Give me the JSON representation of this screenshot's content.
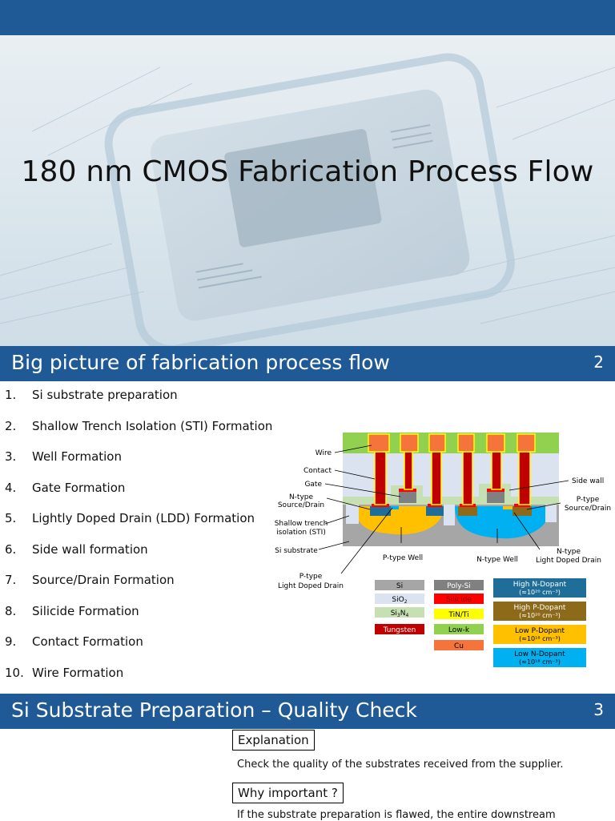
{
  "slide1": {
    "title": "180 nm CMOS Fabrication Process Flow"
  },
  "slide2": {
    "title": "Big picture of fabrication process flow",
    "page": "2",
    "steps": [
      {
        "num": "1.",
        "label": "Si substrate preparation"
      },
      {
        "num": "2.",
        "label": "Shallow Trench Isolation (STI) Formation"
      },
      {
        "num": "3.",
        "label": "Well Formation"
      },
      {
        "num": "4.",
        "label": "Gate Formation"
      },
      {
        "num": "5.",
        "label": "Lightly Doped Drain (LDD)  Formation"
      },
      {
        "num": "6.",
        "label": "Side wall formation"
      },
      {
        "num": "7.",
        "label": "Source/Drain Formation"
      },
      {
        "num": "8.",
        "label": "Silicide Formation"
      },
      {
        "num": "9.",
        "label": "Contact Formation"
      },
      {
        "num": "10.",
        "label": "Wire Formation"
      }
    ],
    "diagram": {
      "labels": {
        "wire": "Wire",
        "contact": "Contact",
        "gate": "Gate",
        "ntype_sd_1": "N-type",
        "ntype_sd_2": "Source/Drain",
        "sti_1": "Shallow trench",
        "sti_2": "isolation (STI)",
        "si_substrate": "Si substrate",
        "ptype_ldd_1": "P-type",
        "ptype_ldd_2": "Light Doped Drain",
        "ptype_well": "P-type Well",
        "ntype_well": "N-type Well",
        "ntype_ldd_1": "N-type",
        "ntype_ldd_2": "Light Doped Drain",
        "side_wall": "Side wall",
        "ptype_sd_1": "P-type",
        "ptype_sd_2": "Source/Drain"
      },
      "colors": {
        "si": "#a6a6a6",
        "sio2": "#dbe3f1",
        "si3n4": "#c6e0b4",
        "tungsten": "#c00000",
        "polysi": "#808080",
        "silicide": "#ff0000",
        "tinti": "#ffff00",
        "lowk": "#92d050",
        "cu": "#f4743b",
        "high_n": "#1f6e9a",
        "high_p": "#8c6a1a",
        "low_p": "#ffc000",
        "low_n": "#00b0f0"
      }
    },
    "legend": {
      "si": "Si",
      "sio2": "SiO",
      "sio2_sub": "2",
      "si3n4_a": "Si",
      "si3n4_sub1": "3",
      "si3n4_b": "N",
      "si3n4_sub2": "4",
      "tungsten": "Tungsten",
      "polysi": "Poly-Si",
      "silicide": "Silicide",
      "tinti": "TiN/Ti",
      "lowk": "Low-k",
      "cu": "Cu",
      "high_n_1": "High N-Dopant",
      "high_n_2": "(≈10²⁰ cm⁻³)",
      "high_p_1": "High P-Dopant",
      "high_p_2": "(≈10²⁰ cm⁻³)",
      "low_p_1": "Low P-Dopant",
      "low_p_2": "(≈10¹⁸ cm⁻³)",
      "low_n_1": "Low N-Dopant",
      "low_n_2": "(≈10¹⁸ cm⁻³)"
    }
  },
  "slide3": {
    "title": "Si Substrate Preparation – Quality Check",
    "page": "3",
    "explanation_label": "Explanation",
    "explanation_text": "Check the quality of the substrates received from the supplier.",
    "why_label": "Why important ?",
    "why_text": "If the substrate preparation is flawed, the entire downstream"
  }
}
